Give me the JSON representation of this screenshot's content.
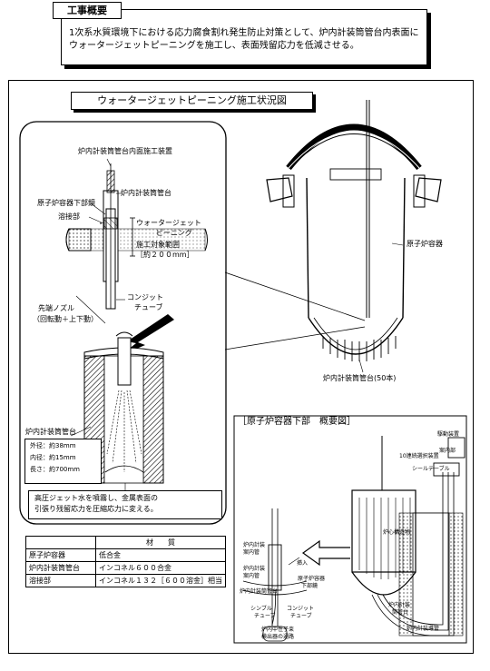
{
  "summary": {
    "title": "工事概要",
    "text": "1次系水質環境下における応力腐食割れ発生防止対策として、炉内計装筒管台内表面にウォータージェットピーニングを施工し、表面残留応力を低減させる。"
  },
  "diagram": {
    "title": "ウォータージェットピーニング施工状況図"
  },
  "labels": {
    "device": "炉内計装筒管台内面施工装置",
    "nozzle_stub_top": "炉内計装筒管台",
    "vessel_bottom_mirror": "原子炉容器下部鏡",
    "weld": "溶接部",
    "wjp_line1": "ウォータージェット",
    "wjp_line2": "ピーニング",
    "range_line1": "施工対象範囲",
    "range_line2": "［約２００mm］",
    "conduit_line1": "コンジット",
    "conduit_line2": "チューブ",
    "tip_nozzle_line1": "先端ノズル",
    "tip_nozzle_line2": "（回転動＋上下動）",
    "reactor_vessel": "原子炉容器",
    "nozzle_stub_count": "炉内計装筒管台(50本)",
    "nozzle_stub_lower": "炉内計装筒管台"
  },
  "dimensions": {
    "outer": "外径：約38mm",
    "inner": "内径：約15mm",
    "length": "長さ：約700mm"
  },
  "jet_note": {
    "line1": "高圧ジェット水を噴霧し、金属表面の",
    "line2": "引張り残留応力を圧縮応力に変える。"
  },
  "materials": {
    "header": "材　　質",
    "rows": [
      {
        "part": "原子炉容器",
        "material": "低合金"
      },
      {
        "part": "炉内計装筒管台",
        "material": "インコネル６００合金"
      },
      {
        "part": "溶接部",
        "material": "インコネル１３２［６００溶金］相当"
      }
    ]
  },
  "lower_view": {
    "title": "［原子炉容器下部　概要図］",
    "drive_unit": "駆動装置",
    "sealed_line1": "10連続選択装置",
    "drive_room": "案内部",
    "seal_table": "シールテーブル",
    "core_structure": "炉心構造物",
    "guide_tube_line1": "炉内計装",
    "guide_tube_line2": "案内管",
    "insert": "挿入",
    "guide_line1": "炉内計装",
    "guide_line2": "案内管",
    "vessel_bottom_line1": "原子炉容器",
    "vessel_bottom_line2": "下部鏡",
    "nozzle_stub": "炉内計装筒管台",
    "thimble_line1": "シンブル",
    "thimble_line2": "チューブ",
    "conduit_line1": "コンジット",
    "conduit_line2": "チューブ",
    "path_line1": "炉内中性子束",
    "path_line2": "検出器の通路",
    "nozzle_stub_right_line1": "炉内計装",
    "nozzle_stub_right_line2": "筒管台",
    "detector_guide": "炉内計装導管"
  }
}
